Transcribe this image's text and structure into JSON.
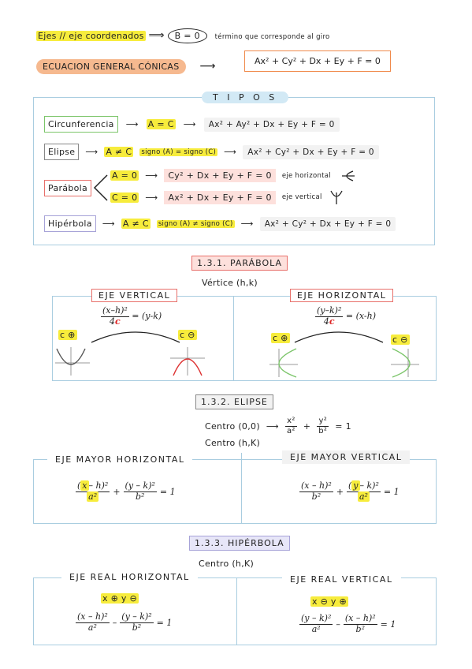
{
  "header": {
    "line1_left": "Ejes // eje coordenados",
    "arrow1": "⟹",
    "circled": "B = 0",
    "line1_right": "término que corresponde al giro",
    "line2_left": "ECUACION GENERAL CÓNICAS",
    "arrow2": "⟶",
    "general_eq": "Ax² + Cy² + Dx + Ey + F = 0"
  },
  "tipos": {
    "title": "T I P O S",
    "circ_label": "Circunferencia",
    "circ_cond": "A = C",
    "circ_eq": "Ax² + Ay² + Dx + Ey + F = 0",
    "elipse_label": "Elipse",
    "elipse_cond": "A ≠ C",
    "elipse_sign": "signo (A) = signo (C)",
    "elipse_eq": "Ax² + Cy² + Dx + Ey + F = 0",
    "parabola_label": "Parábola",
    "par_a0": "A = 0",
    "par_a0_eq": "Cy² + Dx + Ey + F = 0",
    "par_a0_note": "eje horizontal",
    "par_c0": "C = 0",
    "par_c0_eq": "Ax² + Dx + Ey + F = 0",
    "par_c0_note": "eje vertical",
    "hiper_label": "Hipérbola",
    "hiper_cond": "A ≠ C",
    "hiper_sign": "signo (A) ≠ signo (C)",
    "hiper_eq": "Ax² + Cy² + Dx + Ey + F = 0",
    "arrow": "⟶"
  },
  "parabola": {
    "section": "1.3.1. PARÁBOLA",
    "vertex": "Vértice (h,k)",
    "left_title": "EJE VERTICAL",
    "left_num": "(x–h)²",
    "left_den_4": "4",
    "left_den_c": "c",
    "left_rhs": "= (y-k)",
    "left_c_pos": "c ⊕",
    "left_c_neg": "c ⊖",
    "right_title": "EJE HORIZONTAL",
    "right_num": "(y–k)²",
    "right_den_4": "4",
    "right_den_c": "c",
    "right_rhs": "= (x-h)",
    "right_c_pos": "c ⊕",
    "right_c_neg": "c ⊖"
  },
  "elipse": {
    "section": "1.3.2. ELIPSE",
    "center1": "Centro (0,0)",
    "arrow": "⟶",
    "c1_num1": "x²",
    "c1_den1": "a²",
    "plus": "+",
    "c1_num2": "y²",
    "c1_den2": "b²",
    "c1_rhs": "= 1",
    "center2": "Centro (h,K)",
    "left_title": "EJE MAYOR HORIZONTAL",
    "left_num1_a": "(",
    "left_num1_x": "x",
    "left_num1_b": "– h)²",
    "left_den1": "a²",
    "left_num2": "(y – k)²",
    "left_den2": "b²",
    "left_rhs": "= 1",
    "right_title": "EJE MAYOR VERTICAL",
    "right_num1": "(x – h)²",
    "right_den1": "b²",
    "right_num2_a": "(",
    "right_num2_y": "y",
    "right_num2_b": "– k)²",
    "right_den2": "a²",
    "right_rhs": "= 1"
  },
  "hiperbola": {
    "section": "1.3.3. HIPÉRBOLA",
    "center": "Centro (h,K)",
    "left_title": "EJE REAL HORIZONTAL",
    "left_signs": "x ⊕   y ⊖",
    "left_num1": "(x – h)²",
    "left_den1": "a²",
    "minus": "–",
    "left_num2": "(y – k)²",
    "left_den2": "b²",
    "left_rhs": "= 1",
    "right_title": "EJE REAL VERTICAL",
    "right_signs": "x ⊖   y ⊕",
    "right_num1": "(y – k)²",
    "right_den1": "a²",
    "right_num2": "(x – h)²",
    "right_den2": "b²",
    "right_rhs": "= 1"
  },
  "colors": {
    "highlight": "#f7ec3c",
    "orange": "#f08a4b",
    "blue_frame": "#a9cde0",
    "green": "#7cc56a",
    "red_box": "#e8706b",
    "purple_box": "#a7a3d8",
    "title_bg_blue": "#d2e9f5",
    "title_bg_red": "#fde0dc",
    "title_bg_purple": "#e7e6f8"
  }
}
